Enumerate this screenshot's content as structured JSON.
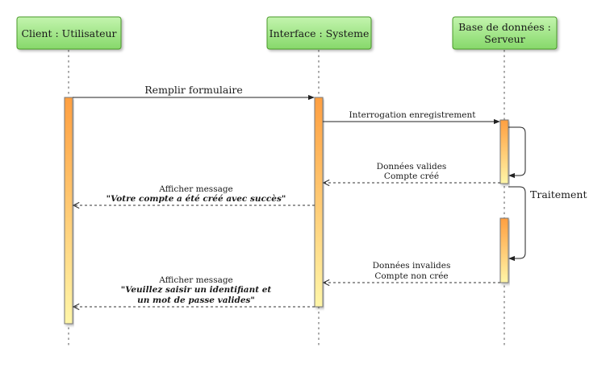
{
  "lifelines": {
    "client": "Client : Utilisateur",
    "interface": "Interface : Systeme",
    "db": [
      "Base de données :",
      "Serveur"
    ]
  },
  "messages": {
    "remplir": "Remplir formulaire",
    "interrogation": "Interrogation enregistrement",
    "valides": [
      "Données valides",
      "Compte créé"
    ],
    "afficher1": [
      "Afficher message",
      "\"Votre compte a été créé avec succès\""
    ],
    "invalides": [
      "Données invalides",
      "Compte non crée"
    ],
    "afficher2": [
      "Afficher message",
      "\"Veuillez saisir un identifiant et",
      "un mot de passe valides\""
    ]
  },
  "self_call": "Traitement",
  "colors": {
    "box_fill_top": "#b9f0a5",
    "box_fill_bottom": "#88d96c",
    "box_stroke": "#4c9a2a",
    "activation_top": "#ffa347",
    "activation_bottom": "#fff3a0"
  }
}
